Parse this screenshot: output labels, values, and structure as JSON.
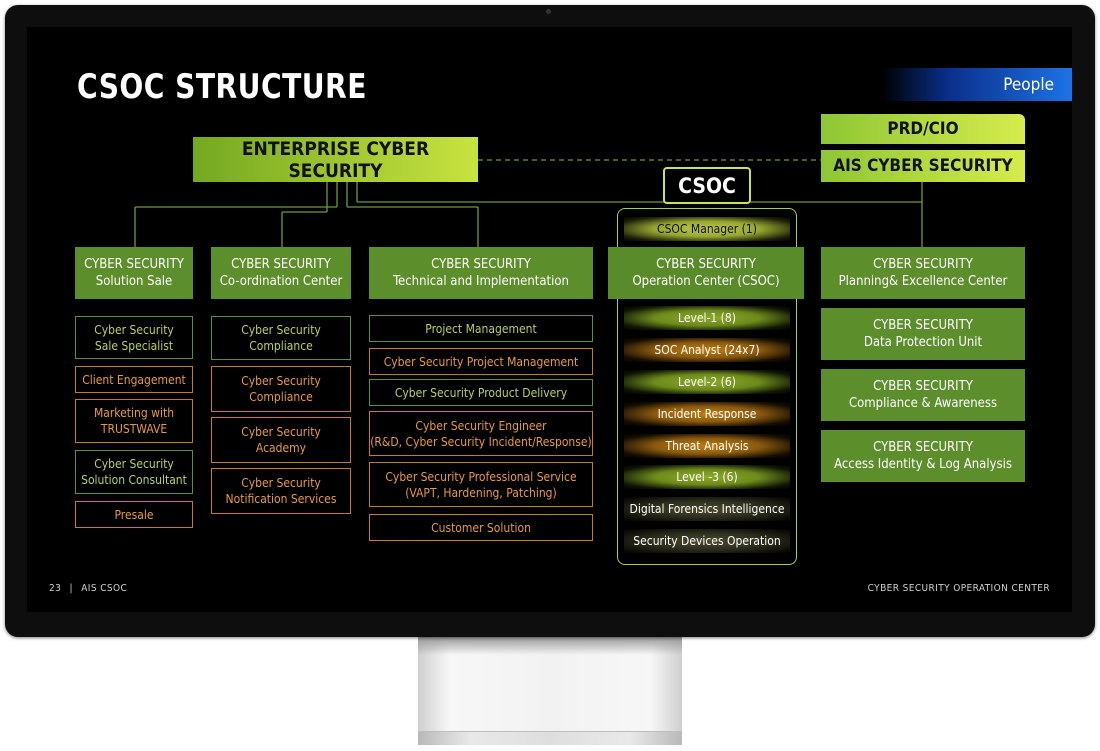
{
  "slide": {
    "title": "CSOC STRUCTURE",
    "tag": "People",
    "enterprise": "ENTERPRISE CYBER SECURITY",
    "prd": "PRD/CIO",
    "ais": "AIS CYBER SECURITY",
    "csoc": "CSOC",
    "footer_page": "23",
    "footer_sep": "|",
    "footer_left": "AIS CSOC",
    "footer_right": "CYBER SECURITY OPERATION CENTER"
  },
  "columns": {
    "solution_sale": {
      "header": [
        "CYBER SECURITY",
        "Solution Sale"
      ],
      "items": [
        {
          "lines": [
            "Cyber Security",
            "Sale Specialist"
          ],
          "style": "green"
        },
        {
          "lines": [
            "Client Engagement"
          ],
          "style": "orange"
        },
        {
          "lines": [
            "Marketing with",
            "TRUSTWAVE"
          ],
          "style": "orange"
        },
        {
          "lines": [
            "Cyber Security",
            "Solution Consultant"
          ],
          "style": "green"
        },
        {
          "lines": [
            "Presale"
          ],
          "style": "orange"
        }
      ]
    },
    "coordination": {
      "header": [
        "CYBER SECURITY",
        "Co-ordination Center"
      ],
      "items": [
        {
          "lines": [
            "Cyber Security",
            "Compliance"
          ],
          "style": "green"
        },
        {
          "lines": [
            "Cyber Security",
            "Compliance"
          ],
          "style": "orange"
        },
        {
          "lines": [
            "Cyber Security",
            "Academy"
          ],
          "style": "orange"
        },
        {
          "lines": [
            "Cyber Security",
            "Notification Services"
          ],
          "style": "orange"
        }
      ]
    },
    "technical": {
      "header": [
        "CYBER SECURITY",
        "Technical and Implementation"
      ],
      "items": [
        {
          "lines": [
            "Project Management"
          ],
          "style": "green"
        },
        {
          "lines": [
            "Cyber Security Project Management"
          ],
          "style": "orange"
        },
        {
          "lines": [
            "Cyber Security Product Delivery"
          ],
          "style": "green"
        },
        {
          "lines": [
            "Cyber Security Engineer",
            "(R&D, Cyber Security Incident/Response)"
          ],
          "style": "orange"
        },
        {
          "lines": [
            "Cyber Security Professional Service",
            "(VAPT, Hardening, Patching)"
          ],
          "style": "orange"
        },
        {
          "lines": [
            "Customer Solution"
          ],
          "style": "orange"
        }
      ]
    },
    "csoc": {
      "manager": "CSOC Manager (1)",
      "header": [
        "CYBER SECURITY",
        "Operation Center (CSOC)"
      ],
      "levels": [
        {
          "label": "Level-1 (8)",
          "style": "green"
        },
        {
          "label": "SOC Analyst (24x7)",
          "style": "orange"
        },
        {
          "label": "Level-2 (6)",
          "style": "green"
        },
        {
          "label": "Incident Response",
          "style": "orange"
        },
        {
          "label": "Threat Analysis",
          "style": "orange"
        },
        {
          "label": "Level -3 (6)",
          "style": "green"
        },
        {
          "label": "Digital Forensics Intelligence",
          "style": "dark"
        },
        {
          "label": "Security Devices Operation",
          "style": "dark"
        }
      ]
    },
    "planning": {
      "units": [
        [
          "CYBER SECURITY",
          "Planning& Excellence Center"
        ],
        [
          "CYBER SECURITY",
          "Data Protection Unit"
        ],
        [
          "CYBER SECURITY",
          "Compliance & Awareness"
        ],
        [
          "CYBER SECURITY",
          "Access Identity & Log Analysis"
        ]
      ]
    }
  },
  "colors": {
    "accent_green": "#5c8f2c",
    "lime": "#c8e33f",
    "orange": "#c97a1c",
    "blue_tag": "#1c73e6"
  }
}
